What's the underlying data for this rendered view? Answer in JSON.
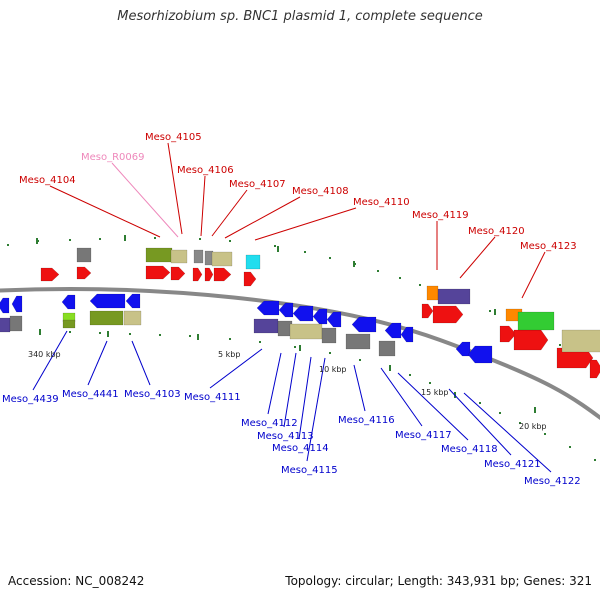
{
  "title": "Mesorhizobium sp. BNC1 plasmid 1, complete sequence",
  "footer": {
    "accession": "Accession: NC_008242",
    "summary": "Topology: circular; Length: 343,931 bp; Genes: 321"
  },
  "colors": {
    "forward_label": "#cc0000",
    "reverse_label": "#0000cc",
    "rna_label": "#ee88bb",
    "backbone": "#888888",
    "tick": "#2e7d32"
  },
  "scale_labels": [
    "340 kbp",
    "5 kbp",
    "10 kbp",
    "15 kbp",
    "20 kbp"
  ],
  "forward_genes": [
    "Meso_4104",
    "Meso_R0069",
    "Meso_4105",
    "Meso_4106",
    "Meso_4107",
    "Meso_4108",
    "Meso_4110",
    "Meso_4119",
    "Meso_4120",
    "Meso_4123"
  ],
  "reverse_genes": [
    "Meso_4439",
    "Meso_4441",
    "Meso_4103",
    "Meso_4111",
    "Meso_4112",
    "Meso_4113",
    "Meso_4114",
    "Meso_4115",
    "Meso_4116",
    "Meso_4117",
    "Meso_4118",
    "Meso_4121",
    "Meso_4122"
  ]
}
